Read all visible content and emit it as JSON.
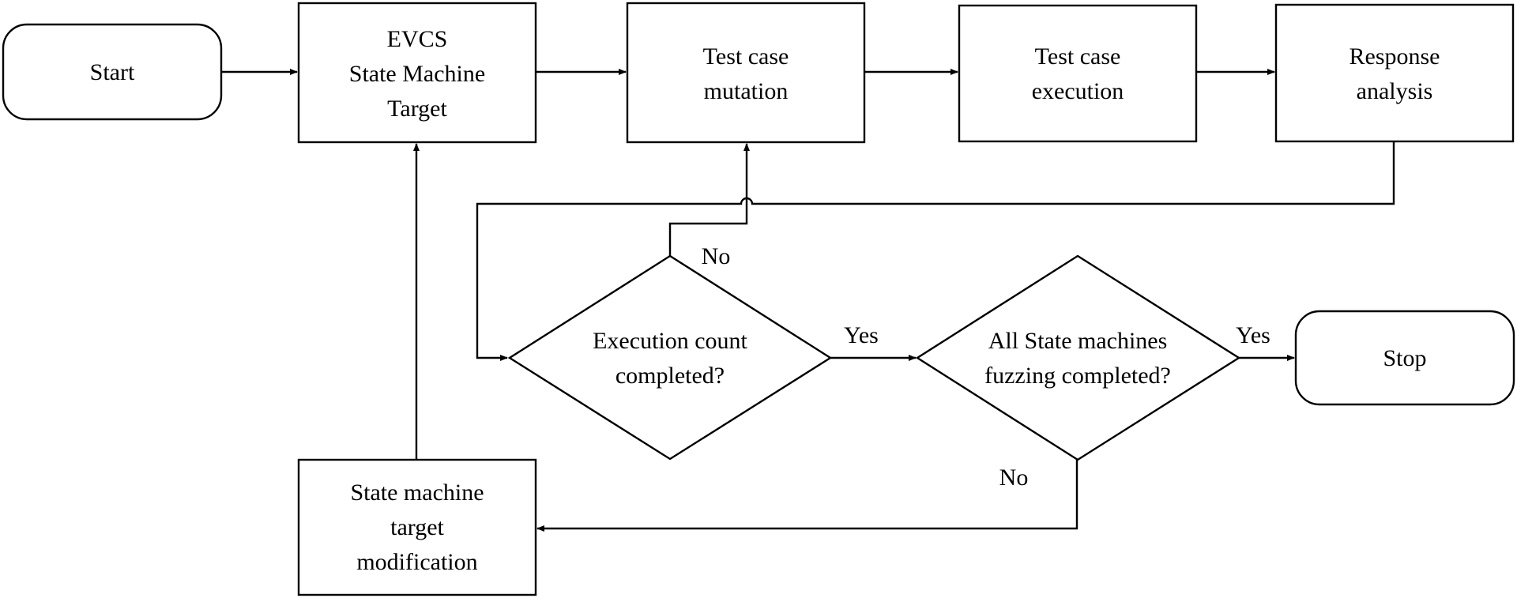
{
  "nodes": {
    "start": {
      "lines": [
        "Start"
      ]
    },
    "target": {
      "lines": [
        "EVCS",
        "State Machine",
        "Target"
      ]
    },
    "mutation": {
      "lines": [
        "Test case",
        "mutation"
      ]
    },
    "execution": {
      "lines": [
        "Test case",
        "execution"
      ]
    },
    "analysis": {
      "lines": [
        "Response",
        "analysis"
      ]
    },
    "count_check": {
      "lines": [
        "Execution count",
        "completed?"
      ]
    },
    "all_check": {
      "lines": [
        "All State machines",
        "fuzzing completed?"
      ]
    },
    "stop": {
      "lines": [
        "Stop"
      ]
    },
    "modification": {
      "lines": [
        "State machine",
        "target",
        "modification"
      ]
    }
  },
  "edge_labels": {
    "count_no": "No",
    "count_yes": "Yes",
    "all_yes": "Yes",
    "all_no": "No"
  }
}
